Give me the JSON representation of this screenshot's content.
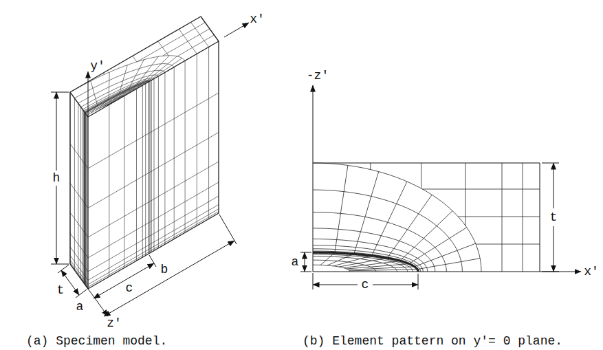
{
  "diagram": {
    "labels": [
      "y'",
      "x'",
      "h",
      "t",
      "a",
      "c",
      "b",
      "z'",
      "(a) Specimen model.",
      "-z'",
      "t",
      "a",
      "c",
      "x'",
      "(b) Element pattern on y'= 0 plane."
    ]
  }
}
